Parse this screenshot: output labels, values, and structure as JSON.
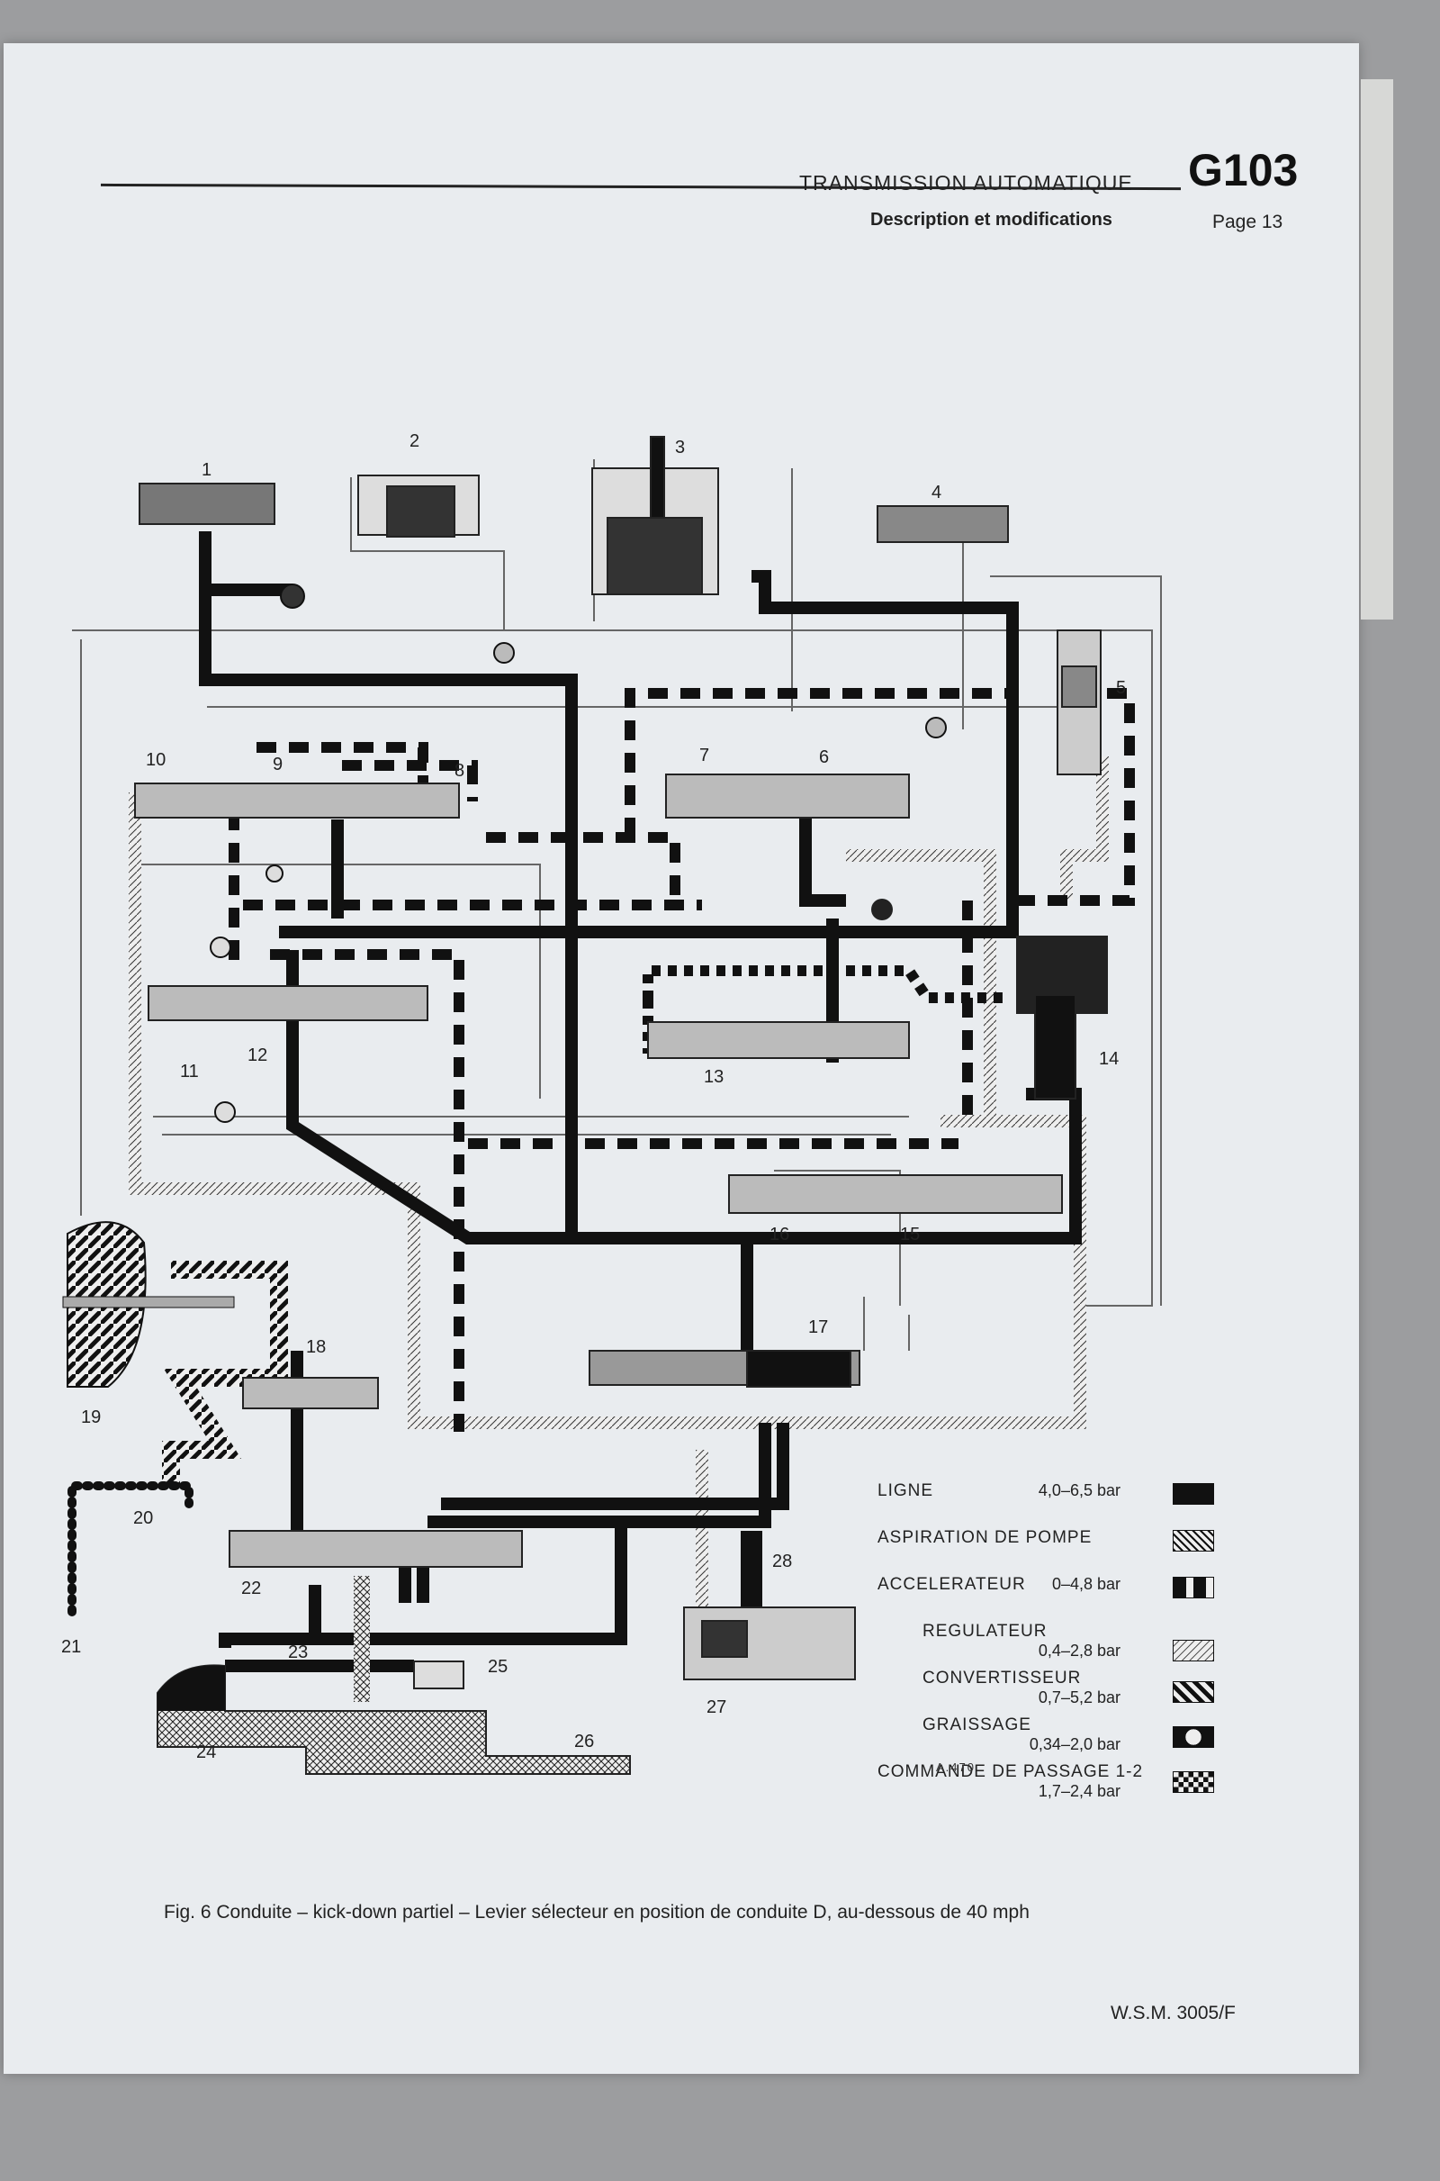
{
  "header": {
    "title": "TRANSMISSION AUTOMATIQUE",
    "code": "G103",
    "subtitle": "Description et modifications",
    "page": "Page 13"
  },
  "diagram": {
    "part_numbers": [
      "1",
      "2",
      "3",
      "4",
      "5",
      "6",
      "7",
      "8",
      "9",
      "10",
      "11",
      "12",
      "13",
      "14",
      "15",
      "16",
      "17",
      "18",
      "19",
      "20",
      "21",
      "22",
      "23",
      "24",
      "25",
      "26",
      "27",
      "28"
    ],
    "reference": "A.470"
  },
  "legend": [
    {
      "name": "LIGNE",
      "value": "4,0–6,5 bar",
      "pattern": "solid"
    },
    {
      "name": "ASPIRATION DE POMPE",
      "value": "",
      "pattern": "crosshatch"
    },
    {
      "name": "ACCELERATEUR",
      "value": "0–4,8 bar",
      "pattern": "dashed"
    },
    {
      "name": "REGULATEUR",
      "value": "0,4–2,8 bar",
      "pattern": "diagonal-light"
    },
    {
      "name": "CONVERTISSEUR",
      "value": "0,7–5,2 bar",
      "pattern": "diagonal-bold"
    },
    {
      "name": "GRAISSAGE",
      "value": "0,34–2,0 bar",
      "pattern": "bowtie"
    },
    {
      "name": "COMMANDE DE PASSAGE 1-2",
      "value": "1,7–2,4 bar",
      "pattern": "checker"
    }
  ],
  "caption": "Fig. 6   Conduite – kick-down partiel – Levier sélecteur en position de conduite D, au-dessous de 40 mph",
  "footer": "W.S.M. 3005/F"
}
